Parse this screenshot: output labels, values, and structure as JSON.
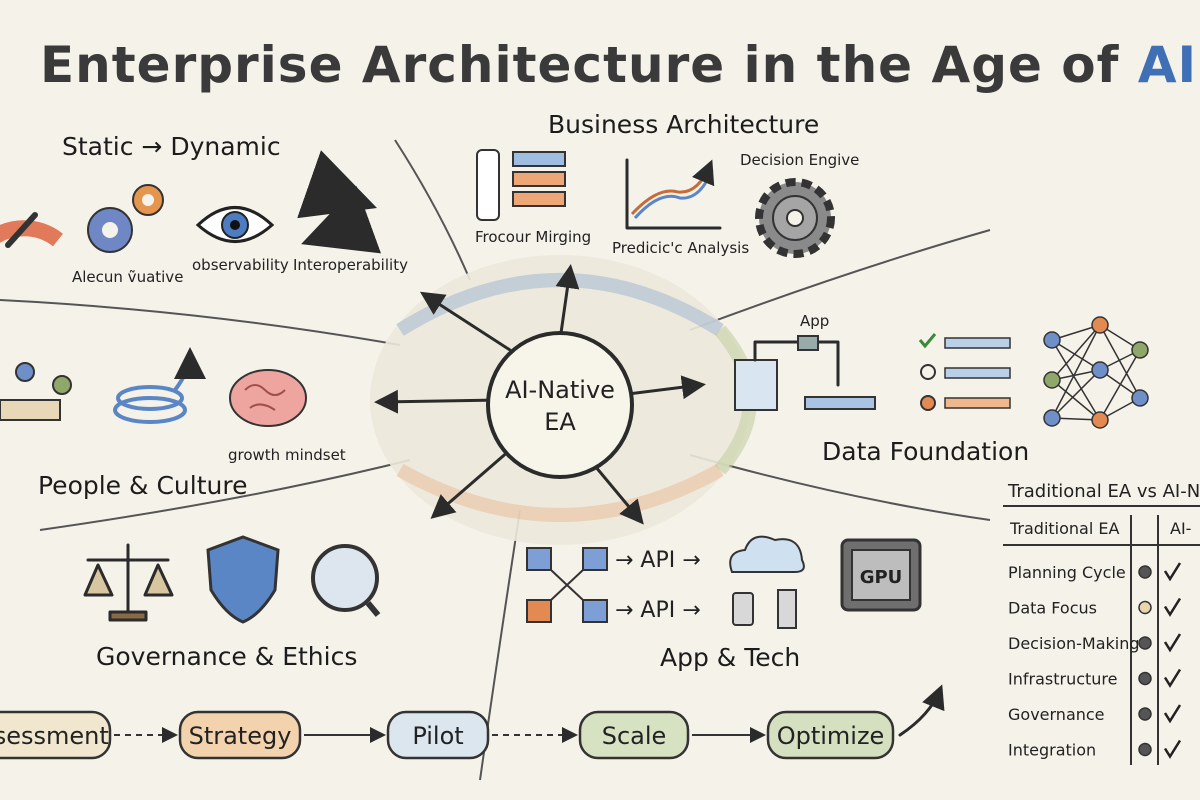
{
  "title": {
    "main": "Enterprise Architecture in the Age of ",
    "accent": "AI",
    "accent_color": "#3f6fb5"
  },
  "center": {
    "line1": "AI-Native",
    "line2": "EA"
  },
  "static_dynamic": {
    "heading": "Static → Dynamic",
    "labels": [
      "Alecun ṽuative",
      "observability",
      "Interoperability"
    ],
    "icons": [
      "gauge-icon",
      "gears-icon",
      "eye-icon",
      "swap-arrows-icon"
    ]
  },
  "business": {
    "heading": "Business Architecture",
    "labels": [
      "Frocour Mirging",
      "Predicic'c Analysis",
      "Decision Engive"
    ],
    "icons": [
      "process-flow-icon",
      "line-chart-icon",
      "gear-icon"
    ]
  },
  "data_foundation": {
    "heading": "Data Foundation",
    "app_label": "App",
    "icons": [
      "pipeline-icon",
      "checklist-icon",
      "neural-network-icon"
    ]
  },
  "people": {
    "heading": "People & Culture",
    "labels": [
      "growth mindset"
    ],
    "icons": [
      "team-meeting-icon",
      "spiral-arrow-icon",
      "brain-icon"
    ]
  },
  "governance": {
    "heading": "Governance & Ethics",
    "icons": [
      "scales-icon",
      "shield-icon",
      "magnifier-icon"
    ]
  },
  "app_tech": {
    "heading": "App & Tech",
    "api_labels": [
      "→ API →",
      "→ API →"
    ],
    "chip_label": "GPU",
    "icons": [
      "flow-boxes-icon",
      "cloud-icon",
      "devices-icon",
      "chip-icon"
    ]
  },
  "process": {
    "steps": [
      {
        "label": "ssessment",
        "color": "#f1e7cf"
      },
      {
        "label": "Strategy",
        "color": "#f3d3ad"
      },
      {
        "label": "Pilot",
        "color": "#dbe6ee"
      },
      {
        "label": "Scale",
        "color": "#d7e2c3"
      },
      {
        "label": "Optimize",
        "color": "#d5e0c0"
      }
    ]
  },
  "comparison": {
    "title": "Traditional EA vs AI-N",
    "headers": [
      "Traditional EA",
      "AI-"
    ],
    "rows": [
      "Planning Cycle",
      "Data Focus",
      "Decision-Making",
      "Infrastructure",
      "Governance",
      "Integration"
    ]
  },
  "colors": {
    "blue": "#5b86c6",
    "orange": "#e38a52",
    "green": "#8fa86a",
    "gray": "#7b7b7b"
  }
}
